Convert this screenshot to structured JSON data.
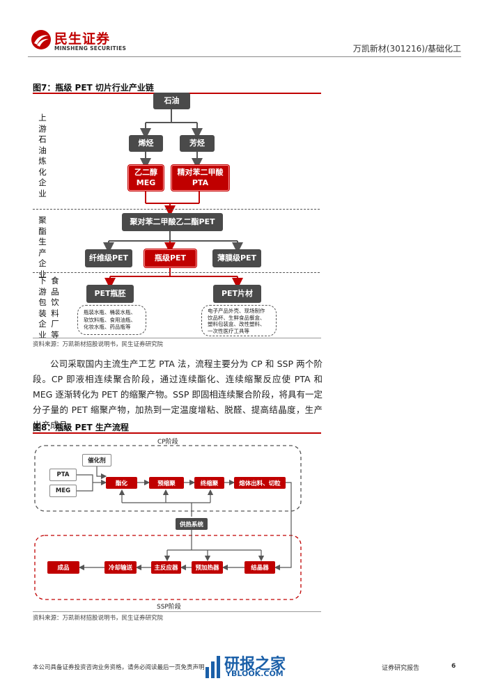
{
  "header": {
    "brand_cn": "民生证券",
    "brand_en": "MINSHENG SECURITIES",
    "company": "万凯新材(301216)/基础化工"
  },
  "figure7": {
    "title": "图7：瓶级 PET 切片行业产业链",
    "sections": {
      "upstream": "上游石油炼化企业",
      "polyester": "聚酯生产企业",
      "downstream": "下游包装企业",
      "food": "食品饮料厂等"
    },
    "nodes": {
      "oil": "石油",
      "olefin": "烯烃",
      "aromatic": "芳烃",
      "meg_cn": "乙二醇",
      "meg_en": "MEG",
      "pta_cn": "精对苯二甲酸",
      "pta_en": "PTA",
      "pet": "聚对苯二甲酸乙二酯PET",
      "fiber_pet": "纤维级PET",
      "bottle_pet": "瓶级PET",
      "film_pet": "薄膜级PET",
      "preform": "PET瓶胚",
      "sheet": "PET片材"
    },
    "uses_left": [
      "瓶装水瓶、桶装水瓶、",
      "软饮料瓶、食用油瓶、",
      "化妆水瓶、药品瓶等"
    ],
    "uses_right": [
      "电子产品外壳、现场制作",
      "饮品杯、生鲜食品餐盒、",
      "塑料包装盒、改性塑料、",
      "一次性医疗工具等"
    ],
    "source": "资料来源：万凯新材招股说明书，民生证券研究院"
  },
  "paragraph": "公司采取国内主流生产工艺 PTA 法，流程主要分为 CP 和 SSP 两个阶段。CP 即液相连续聚合阶段，通过连续酯化、连续缩聚反应使 PTA 和 MEG 逐渐转化为 PET 的缩聚产物。SSP 即固相连续聚合阶段，将具有一定分子量的 PET 缩聚产物，加热到一定温度增粘、脱醛、提高结晶度，生产出产成品。",
  "figure8": {
    "title": "图8：瓶级 PET 生产流程",
    "cp_label": "CP阶段",
    "ssp_label": "SSP阶段",
    "nodes": {
      "catalyst": "催化剂",
      "pta": "PTA",
      "meg": "MEG",
      "esterification": "酯化",
      "precondensation": "预缩聚",
      "final_condensation": "终缩聚",
      "melt_cut": "熔体出料、切粒",
      "heating": "供热系统",
      "product": "成品",
      "cooling": "冷却输送",
      "main_reactor": "主反应器",
      "preheater": "预加热器",
      "crystallizer": "结晶器"
    },
    "source": "资料来源：万凯新材招股说明书，民生证券研究院"
  },
  "footer": {
    "disclaimer": "本公司具备证券投资咨询业务资格，请务必阅读最后一页免责声明",
    "report_type": "证券研究报告",
    "page": "6",
    "watermark_cn": "研报之家",
    "watermark_en": "YBLOOK.COM"
  },
  "colors": {
    "accent": "#c00000",
    "node_gray": "#4a4a4a",
    "watermark": "#1a5fa8"
  }
}
